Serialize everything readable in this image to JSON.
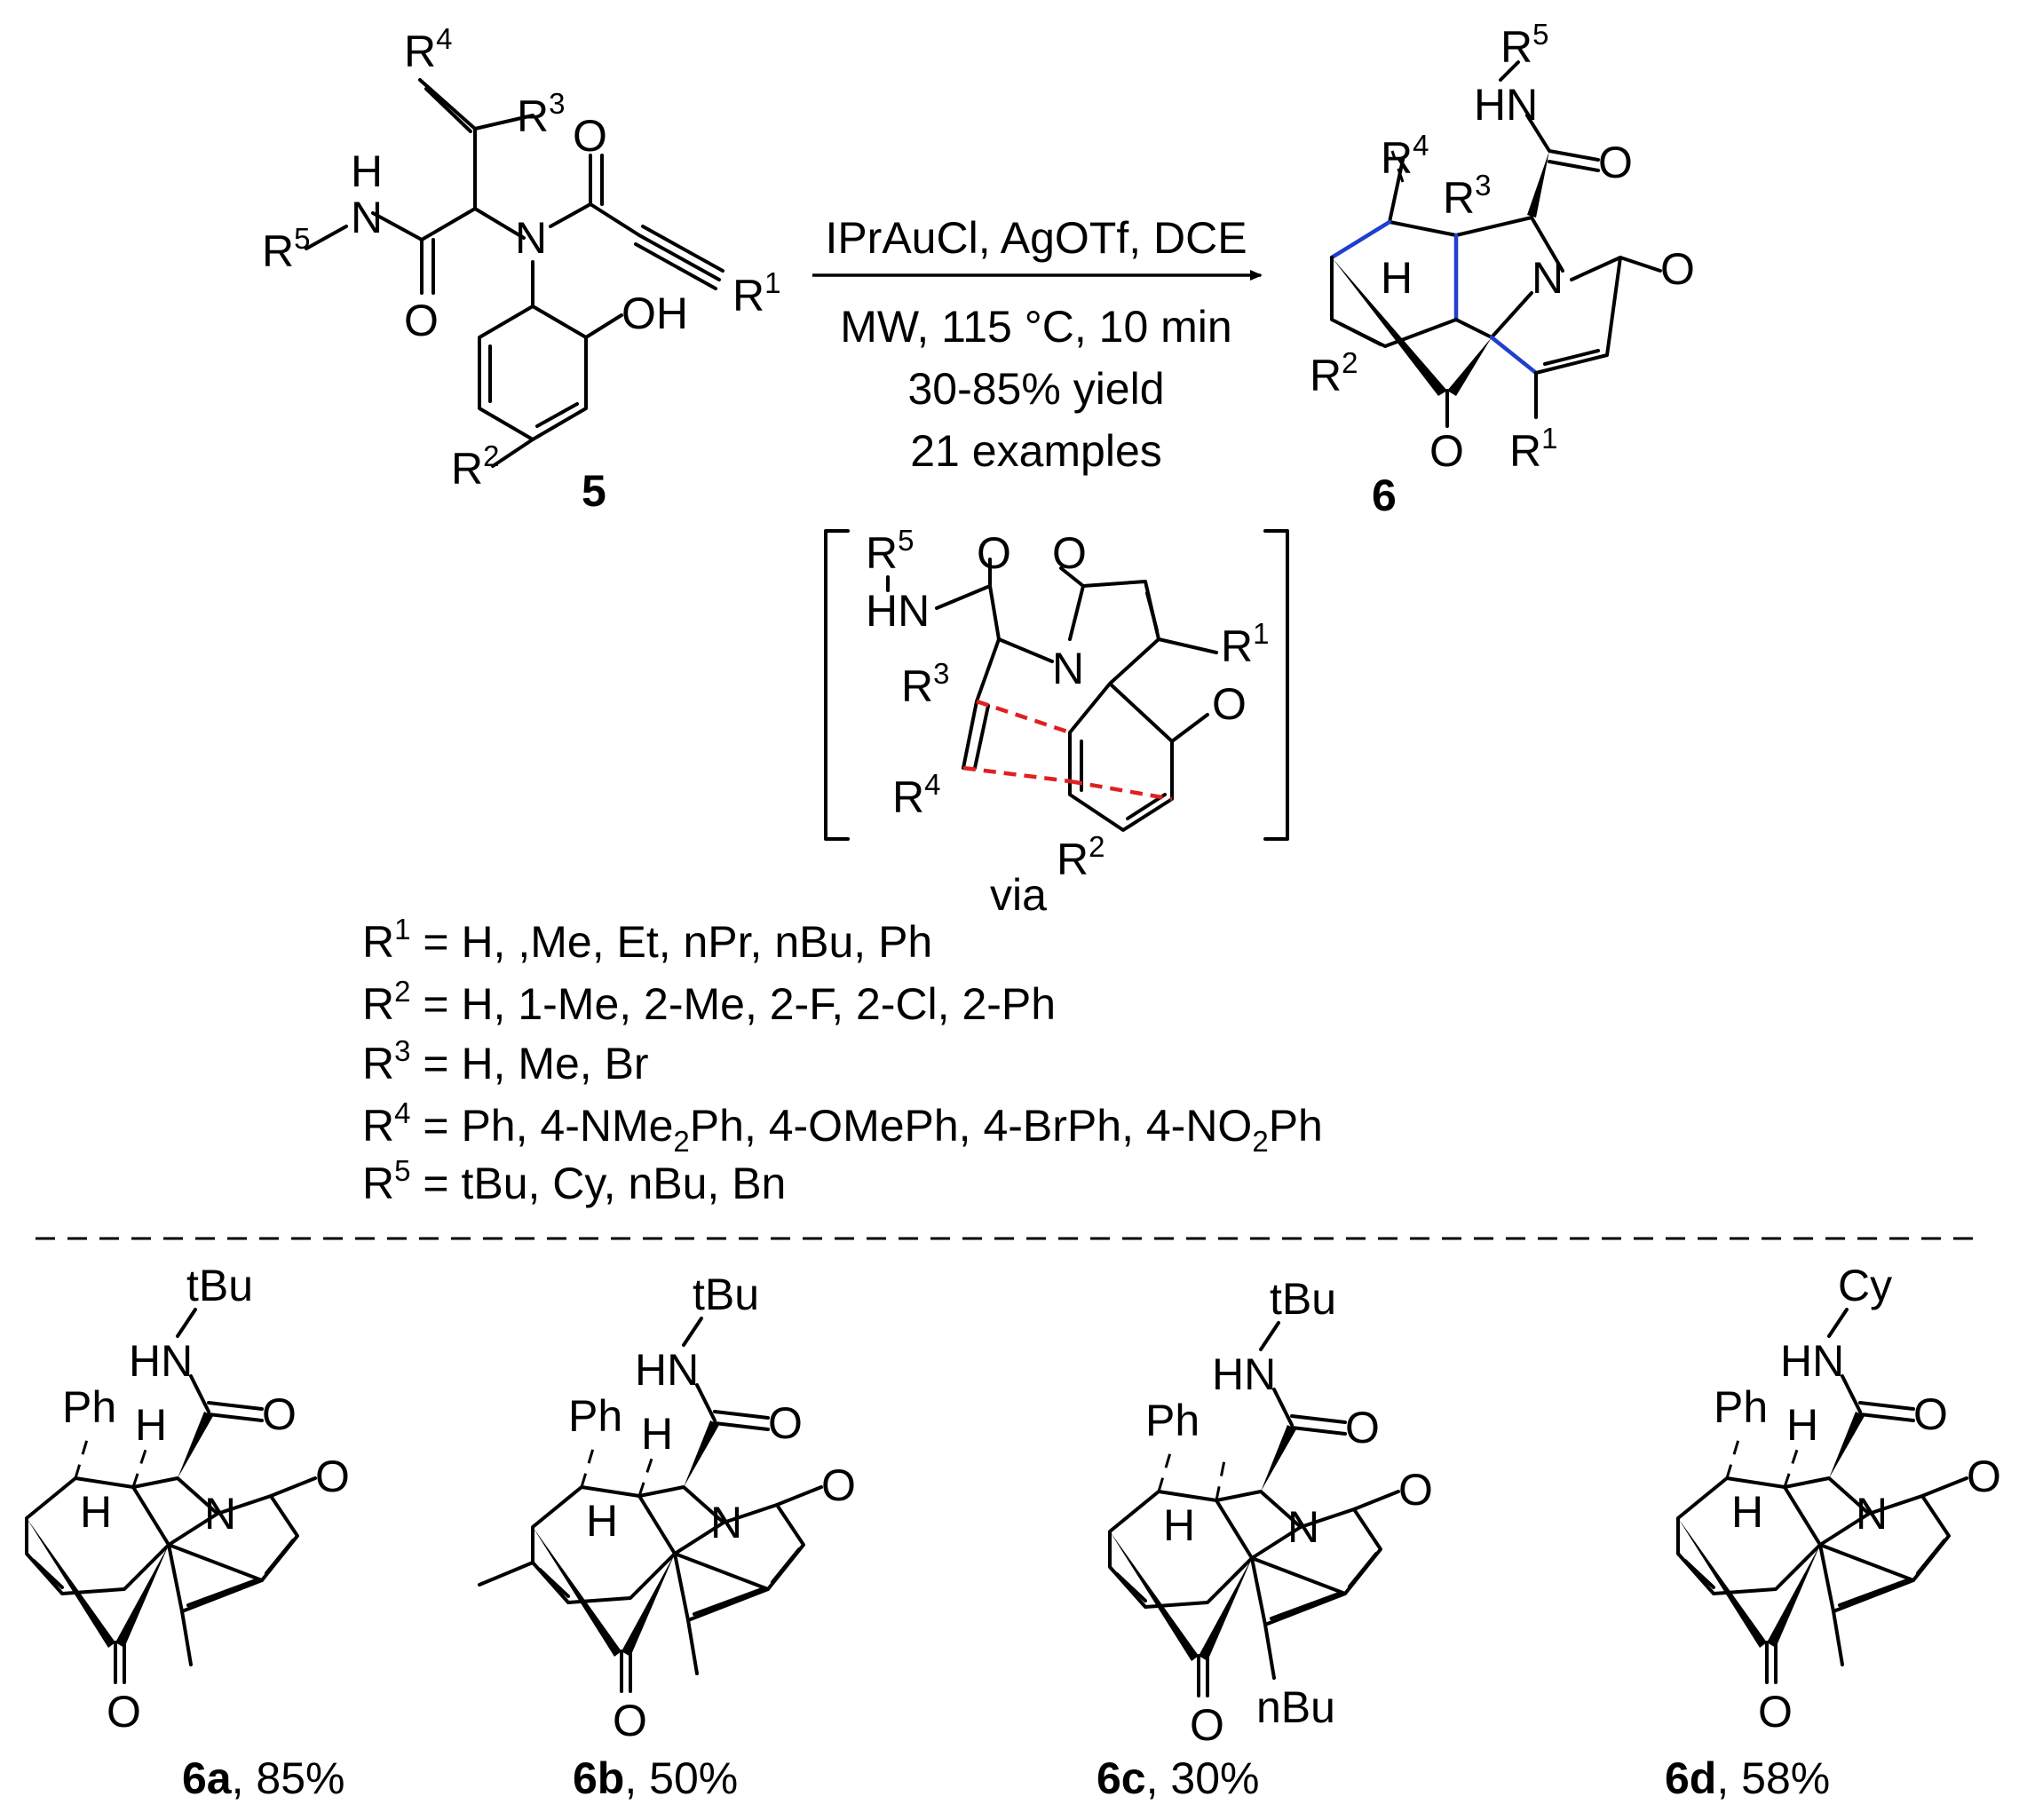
{
  "reaction": {
    "reagents": "IPrAuCl, AgOTf, DCE",
    "conditions": "MW, 115 °C, 10 min",
    "yield_range": "30-85% yield",
    "examples": "21 examples"
  },
  "compounds": {
    "start_label": "5",
    "product_label": "6"
  },
  "atoms": {
    "N": "N",
    "O": "O",
    "H": "H",
    "HN": "HN",
    "OH": "OH",
    "R": "R",
    "via": "via",
    "Ph": "Ph",
    "methyl_tbu": "tBu",
    "cy": "Cy",
    "nbu": "nBu"
  },
  "substituents": [
    {
      "label": "R",
      "num": "1",
      "rest": " = H, ,Me, Et, nPr, nBu, Ph"
    },
    {
      "label": "R",
      "num": "2",
      "rest": " = H, 1-Me, 2-Me, 2-F, 2-Cl, 2-Ph"
    },
    {
      "label": "R",
      "num": "3",
      "rest": " = H, Me, Br"
    },
    {
      "label": "R",
      "num": "4",
      "rest": " = Ph, 4-NMe",
      "sub": "2",
      "rest2": "Ph, 4-OMePh, 4-BrPh, 4-NO",
      "sub2": "2",
      "rest3": "Ph"
    },
    {
      "label": "R",
      "num": "5",
      "rest": " = tBu, Cy, nBu, Bn"
    }
  ],
  "examples": [
    {
      "id": "6a",
      "yield": ", 85%",
      "amide": "tBu",
      "alkyl": ""
    },
    {
      "id": "6b",
      "yield": ", 50%",
      "amide": "tBu",
      "alkyl": ""
    },
    {
      "id": "6c",
      "yield": ", 30%",
      "amide": "tBu",
      "alkyl": "nBu"
    },
    {
      "id": "6d",
      "yield": ", 58%",
      "amide": "Cy",
      "alkyl": ""
    }
  ]
}
